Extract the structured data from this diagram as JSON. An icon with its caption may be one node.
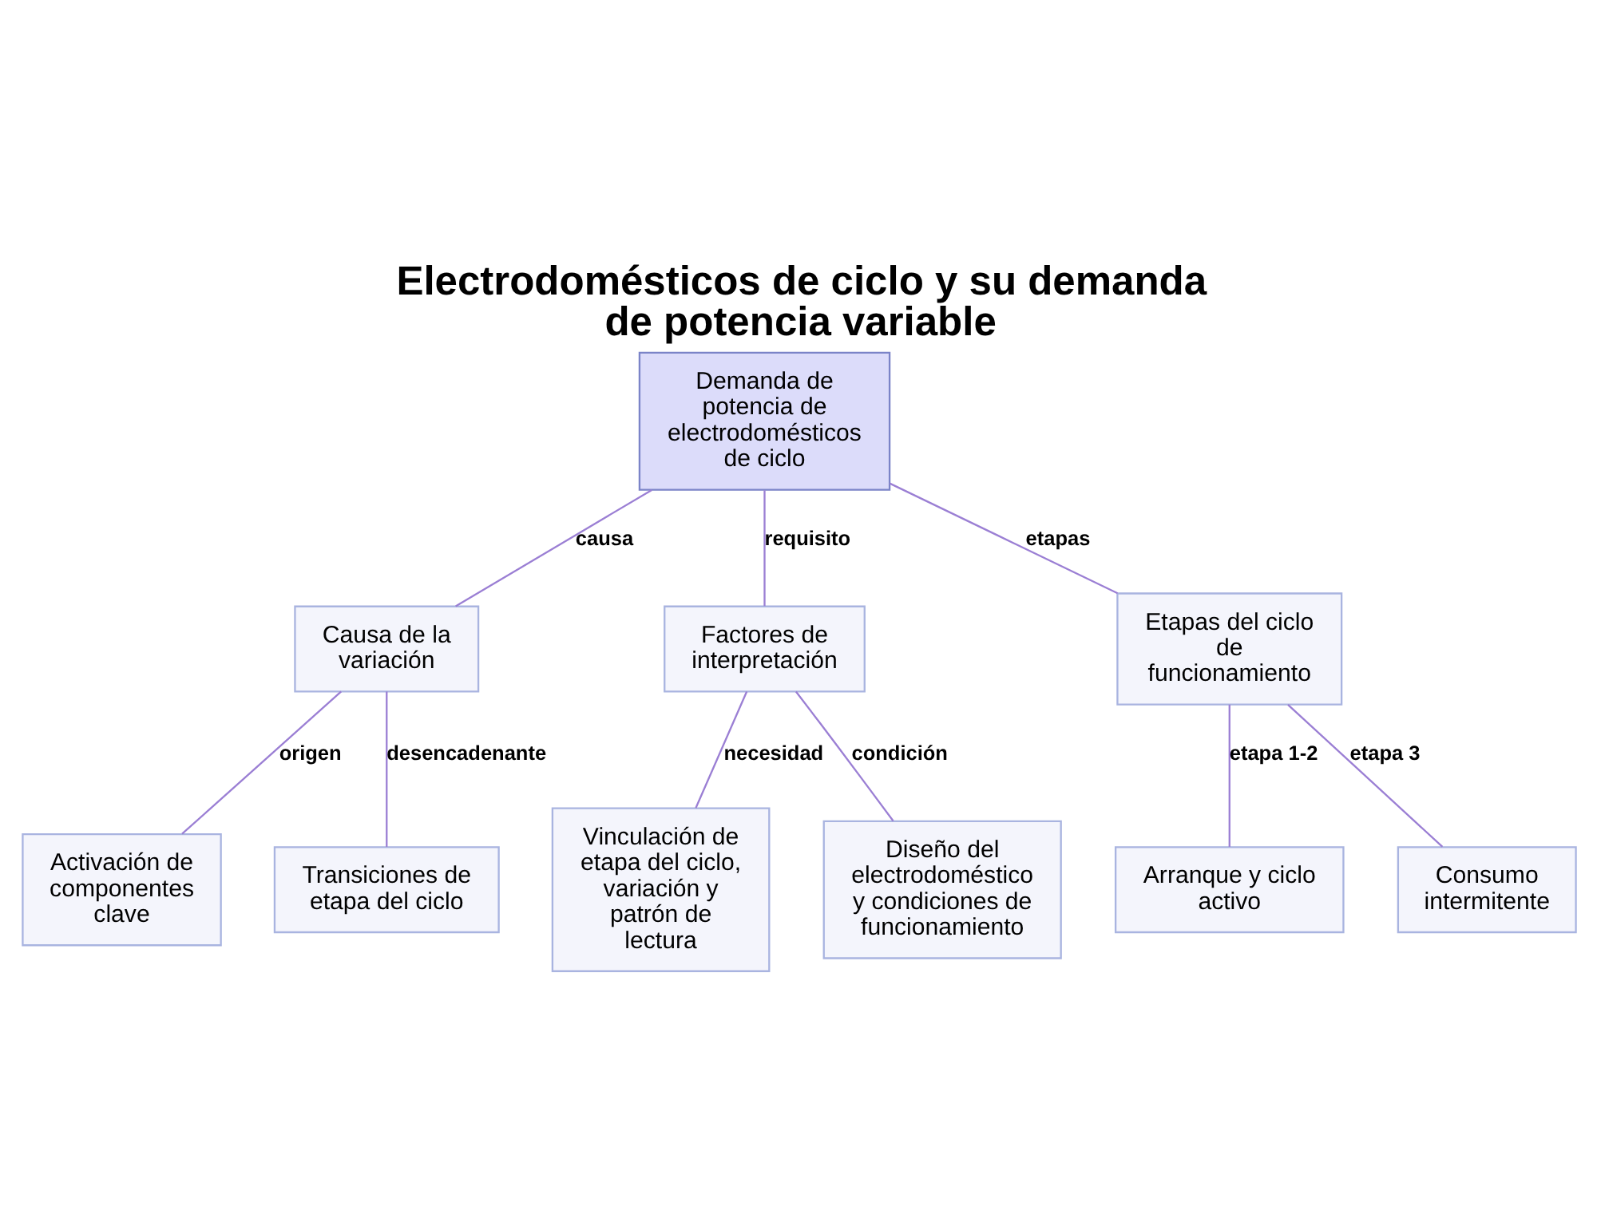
{
  "diagram": {
    "title": "Electrodomésticos de ciclo y su demanda de potencia variable",
    "nodes": [
      {
        "text": [
          "Demanda de potencia de electrodomésticos de ciclo"
        ]
      },
      {
        "text": [
          "Causa de la variación"
        ]
      },
      {
        "text": [
          "Factores de interpretación"
        ]
      },
      {
        "text": [
          "Etapas del ciclo de funcionamiento"
        ]
      },
      {
        "text": [
          "Activación de componentes clave"
        ]
      },
      {
        "text": [
          "Transiciones de etapa del ciclo"
        ]
      },
      {
        "text": [
          "Vinculación de etapa del ciclo, variación y patrón de lectura"
        ]
      },
      {
        "text": [
          "Diseño del electrodoméstico y condiciones de funcionamiento"
        ]
      },
      {
        "text": [
          "Arranque y ciclo activo"
        ]
      },
      {
        "text": [
          "Consumo intermitente"
        ]
      }
    ],
    "edges": [
      {
        "from": 0,
        "to": 1,
        "arrow": "none",
        "label": "causa"
      },
      {
        "from": 0,
        "to": 2,
        "arrow": "none",
        "label": "requisito"
      },
      {
        "from": 0,
        "to": 3,
        "arrow": "none",
        "label": "etapas"
      },
      {
        "from": 1,
        "to": 4,
        "arrow": "none",
        "label": "origen"
      },
      {
        "from": 1,
        "to": 5,
        "arrow": "none",
        "label": "desencadenante"
      },
      {
        "from": 2,
        "to": 6,
        "arrow": "none",
        "label": "necesidad"
      },
      {
        "from": 2,
        "to": 7,
        "arrow": "none",
        "label": "condición"
      },
      {
        "from": 3,
        "to": 8,
        "arrow": "none",
        "label": "etapa 1-2"
      },
      {
        "from": 3,
        "to": 9,
        "arrow": "none",
        "label": "etapa 3"
      }
    ]
  }
}
